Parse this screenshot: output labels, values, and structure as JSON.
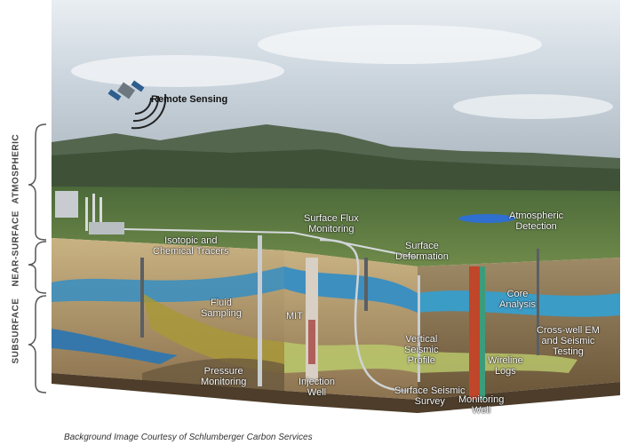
{
  "zones": {
    "atmospheric": "ATMOSPHERIC",
    "near_surface": "NEAR-SURFACE",
    "subsurface": "SUBSURFACE"
  },
  "labels": {
    "remote_sensing": "Remote Sensing",
    "isotopic_line1": "Isotopic and",
    "isotopic_line2": "Chemical Tracers",
    "surface_flux_line1": "Surface Flux",
    "surface_flux_line2": "Monitoring",
    "atmospheric_line1": "Atmospheric",
    "atmospheric_line2": "Detection",
    "surface_deformation_line1": "Surface",
    "surface_deformation_line2": "Deformation",
    "fluid_sampling_line1": "Fluid",
    "fluid_sampling_line2": "Sampling",
    "mit": "MIT",
    "pressure_line1": "Pressure",
    "pressure_line2": "Monitoring",
    "injection_line1": "Injection",
    "injection_line2": "Well",
    "core_line1": "Core",
    "core_line2": "Analysis",
    "vsp_line1": "Vertical",
    "vsp_line2": "Seismic",
    "vsp_line3": "Profile",
    "wireline_line1": "Wireline",
    "wireline_line2": "Logs",
    "crosswell_line1": "Cross-well EM",
    "crosswell_line2": "and Seismic",
    "crosswell_line3": "Testing",
    "surface_seismic_line1": "Surface Seismic",
    "surface_seismic_line2": "Survey",
    "monitoring_well_line1": "Monitoring",
    "monitoring_well_line2": "Well"
  },
  "caption": "Background Image Courtesy of Schlumberger Carbon Services",
  "colors": {
    "sky_top": "#cfd8e0",
    "mountain": "#4f5e4a",
    "forest": "#2f4a26",
    "brine": "#3d8fbf",
    "sandstone": "#b49a6a",
    "shale": "#8a7352"
  }
}
